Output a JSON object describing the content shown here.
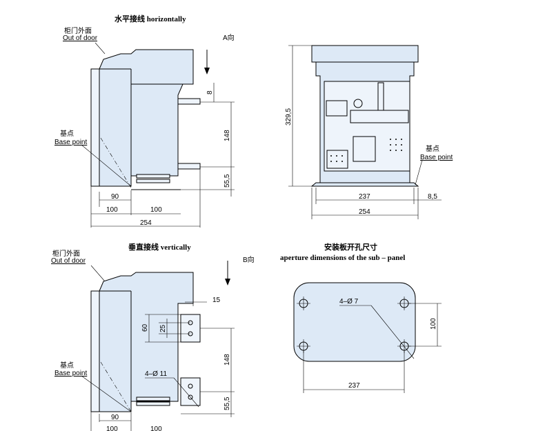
{
  "views": {
    "top_left": {
      "title": "水平接线   horizontally",
      "direction_label": "A向",
      "door_label_cn": "柜门外面",
      "door_label_en": "Out of door",
      "base_label_cn": "基点",
      "base_label_en": "Base point",
      "dims": {
        "d8": "8",
        "d148": "148",
        "d55": "55,5",
        "d90": "90",
        "d100a": "100",
        "d100b": "100",
        "d254": "254"
      }
    },
    "top_right": {
      "base_label_cn": "基点",
      "base_label_en": "Base point",
      "dims": {
        "d329": "329,5",
        "d237": "237",
        "d8_5": "8,5",
        "d254": "254"
      }
    },
    "bottom_left": {
      "title": "垂直接线   vertically",
      "direction_label": "B向",
      "door_label_cn": "柜门外面",
      "door_label_en": "Out of door",
      "base_label_cn": "基点",
      "base_label_en": "Base point",
      "dims": {
        "d15": "15",
        "d60": "60",
        "d25": "25",
        "d148": "148",
        "d4phi11": "4–Ø 11",
        "d55": "55,5",
        "d90": "90",
        "d100a": "100",
        "d100b": "100"
      }
    },
    "bottom_right": {
      "title_cn": "安装板开孔尺寸",
      "title_en": "aperture dimensions of the sub – panel",
      "dims": {
        "d4phi7": "4–Ø 7",
        "d100": "100",
        "d237": "237"
      }
    }
  }
}
